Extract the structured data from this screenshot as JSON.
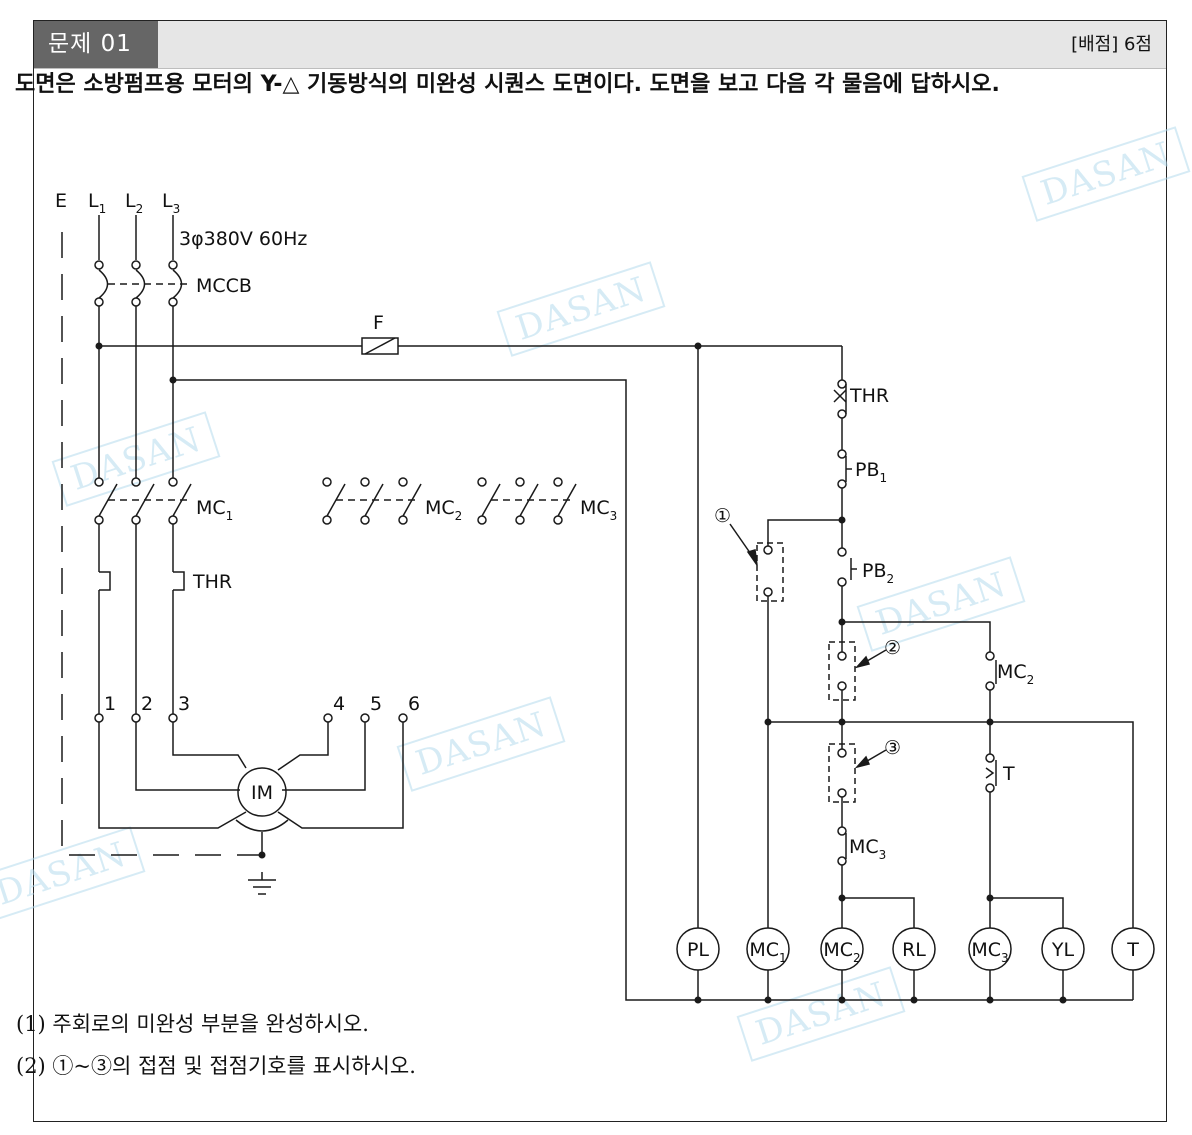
{
  "header": {
    "problem_label": "문제 01",
    "score": "[배점] 6점"
  },
  "question": "도면은 소방펌프용 모터의 Y-△ 기동방식의 미완성 시퀀스 도면이다. 도면을 보고 다음 각 물음에 답하시오.",
  "sub_questions": [
    "(1) 주회로의 미완성 부분을 완성하시오.",
    "(2) ①~③의 접점 및 접점기호를 표시하시오."
  ],
  "watermark": "DASAN",
  "diagram": {
    "supply_spec": "3φ380V 60Hz",
    "breaker": "MCCB",
    "fuse": "F",
    "motor": "IM",
    "main_contactors": [
      "MC",
      "MC",
      "MC"
    ],
    "terminals": [
      "1",
      "2",
      "3",
      "4",
      "5",
      "6"
    ],
    "thr": "THR",
    "control_labels": {
      "thr": "THR",
      "pb1": "PB",
      "pb2": "PB",
      "mc2": "MC",
      "timer": "T",
      "mc3": "MC"
    },
    "markers": [
      "①",
      "②",
      "③"
    ],
    "loads": [
      "PL",
      "MC",
      "MC",
      "RL",
      "MC",
      "YL",
      "T"
    ]
  }
}
